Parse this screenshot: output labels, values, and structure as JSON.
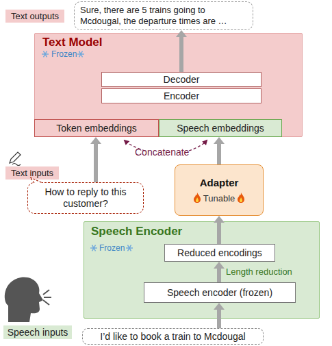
{
  "diagram": {
    "nodes": [
      {
        "text": [
          "Text outputs"
        ]
      },
      {
        "text": [
          "Sure, there are 5 trains going to Mcdougal, the departure times are …"
        ]
      },
      {
        "text": [
          "Text Model",
          "Frozen"
        ]
      },
      {
        "text": [
          "Decoder"
        ],
        "in": 2
      },
      {
        "text": [
          "Encoder"
        ],
        "in": 2
      },
      {
        "text": [
          "Token embeddings"
        ],
        "in": 2
      },
      {
        "text": [
          "Speech embeddings"
        ],
        "in": 2
      },
      {
        "text": [
          "Text inputs"
        ]
      },
      {
        "text": [
          "How to reply to this customer?"
        ]
      },
      {
        "text": [
          "Adapter",
          "Tunable"
        ]
      },
      {
        "text": [
          "Speech Encoder",
          "Frozen"
        ]
      },
      {
        "text": [
          "Reduced encodings"
        ],
        "in": 10
      },
      {
        "text": [
          "Speech encoder (frozen)"
        ],
        "in": 10
      },
      {
        "text": [
          "Speech inputs"
        ]
      },
      {
        "text": [
          "I’d like to book a train to Mcdougal"
        ]
      }
    ],
    "edges": [
      {
        "from": 3,
        "to": 1,
        "arrow": "to"
      },
      {
        "from": 8,
        "to": 5,
        "arrow": "to"
      },
      {
        "from": 9,
        "to": 6,
        "arrow": "to"
      },
      {
        "from": 11,
        "to": 9,
        "arrow": "to"
      },
      {
        "from": 12,
        "to": 11,
        "label": "Length reduction",
        "arrow": "to"
      },
      {
        "from": 14,
        "to": 12,
        "arrow": "to"
      }
    ],
    "labels": [
      "Concatenate"
    ]
  }
}
